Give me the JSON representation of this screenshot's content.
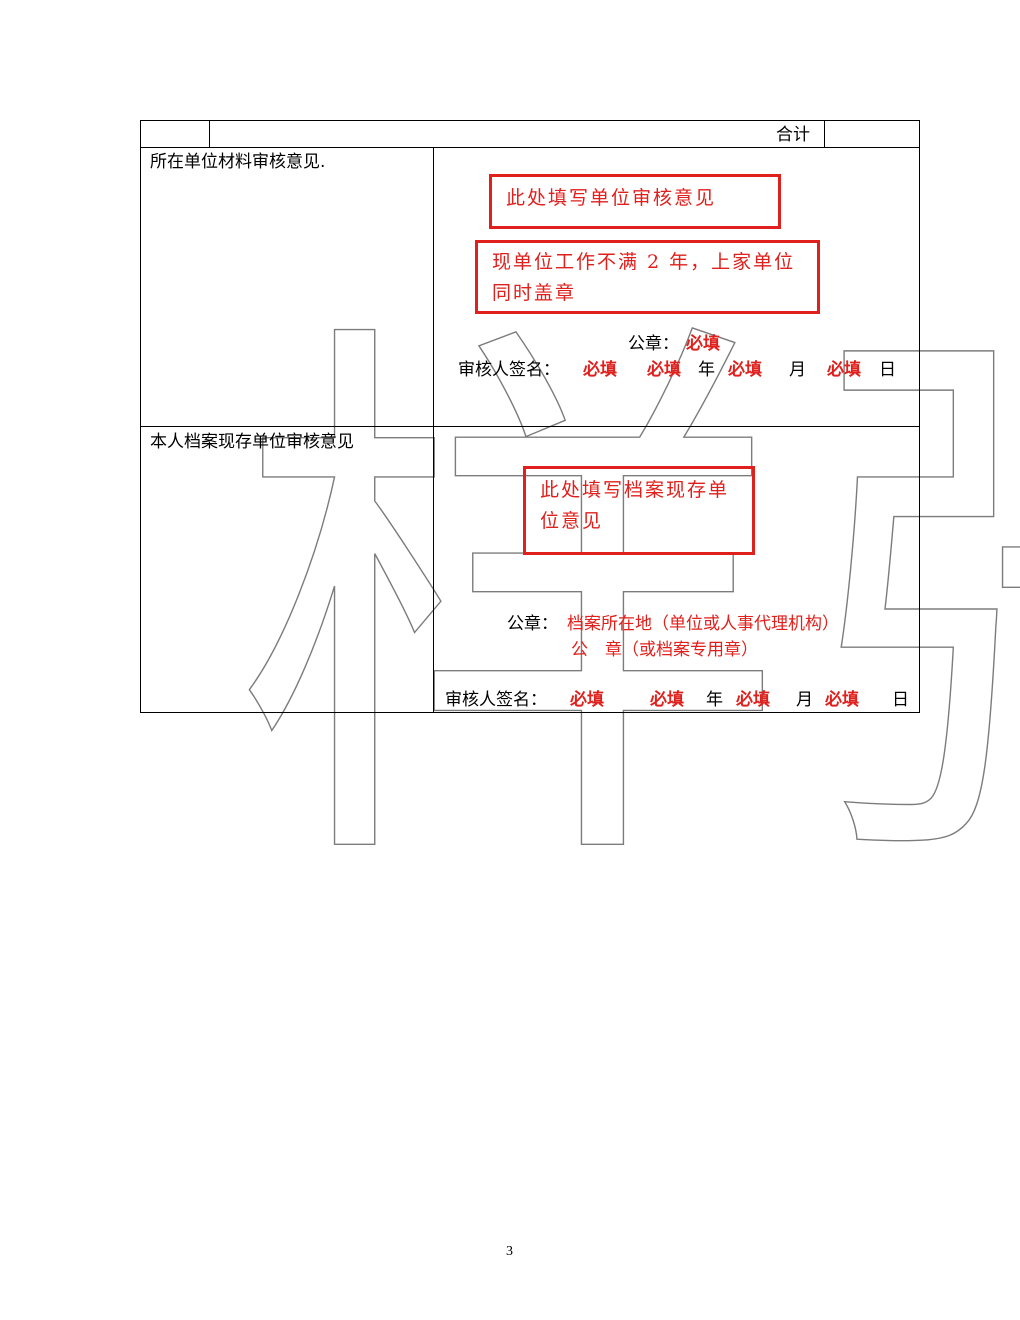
{
  "table": {
    "header_row": {
      "total_label": "合计"
    },
    "row1": {
      "label": "所在单位材料审核意见.",
      "box_opinion": "此处填写单位审核意见",
      "box_note": "现单位工作不满 2 年，上家单位同时盖章",
      "seal_label": "公章：",
      "seal_value": "必填",
      "reviewer_label": "审核人签名：",
      "reviewer_value": "必填",
      "year_value": "必填",
      "year_unit": "年",
      "month_value": "必填",
      "month_unit": "月",
      "day_value": "必填",
      "day_unit": "日"
    },
    "row2": {
      "label": "本人档案现存单位审核意见",
      "box_opinion": "此处填写档案现存单位意见",
      "seal_label": "公章：",
      "seal_value_line1": "档案所在地（单位或人事代理机构）",
      "seal_value_line2": "公　章（或档案专用章）",
      "reviewer_label": "审核人签名：",
      "reviewer_value": "必填",
      "year_value": "必填",
      "year_unit": "年",
      "month_value": "必填",
      "month_unit": "月",
      "day_value": "必填",
      "day_unit": "日"
    }
  },
  "watermark": {
    "text": "样张",
    "color": "#6e6e6e"
  },
  "page_number": "3",
  "colors": {
    "required": "#e0201c",
    "border": "#000000"
  }
}
